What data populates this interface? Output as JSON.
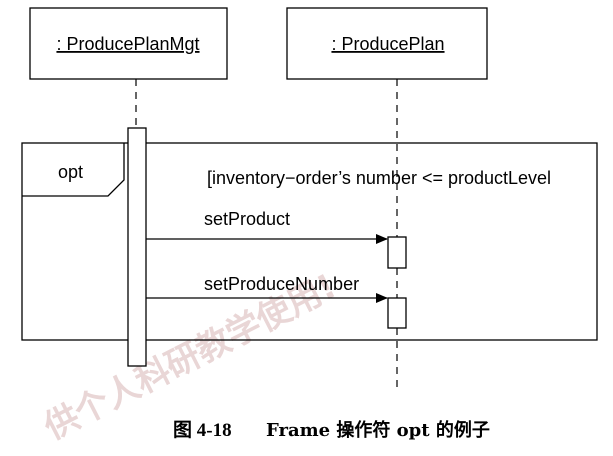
{
  "lifelines": [
    {
      "label": ": ProducePlanMgt"
    },
    {
      "label": ": ProducePlan"
    }
  ],
  "fragment": {
    "operator": "opt",
    "guard": "[inventory−order’s number <= productLevel"
  },
  "messages": [
    {
      "label": "setProduct"
    },
    {
      "label": "setProduceNumber"
    }
  ],
  "caption": {
    "number": "图 4-18",
    "text": "Frame 操作符 opt 的例子"
  },
  "watermark": "供个人科研教学使用!"
}
